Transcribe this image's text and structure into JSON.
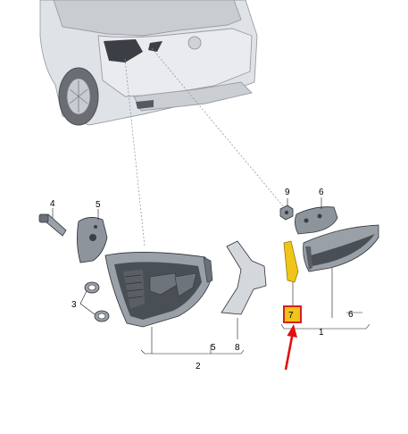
{
  "colors": {
    "part_fill": "#9aa0a8",
    "part_dark": "#3b3f45",
    "car_body": "#dfe2e6",
    "highlight_box": "#f0c419",
    "highlight_border": "#d62020",
    "arrow": "#e01010"
  },
  "callouts": [
    {
      "id": "c4",
      "label": "4"
    },
    {
      "id": "c5a",
      "label": "5"
    },
    {
      "id": "c3",
      "label": "3"
    },
    {
      "id": "c9",
      "label": "9"
    },
    {
      "id": "c6a",
      "label": "6"
    },
    {
      "id": "c7",
      "label": "7"
    },
    {
      "id": "c1",
      "label": "1"
    },
    {
      "id": "c6b",
      "label": "6"
    },
    {
      "id": "c5b",
      "label": "5"
    },
    {
      "id": "c8",
      "label": "8"
    },
    {
      "id": "c2",
      "label": "2"
    }
  ]
}
